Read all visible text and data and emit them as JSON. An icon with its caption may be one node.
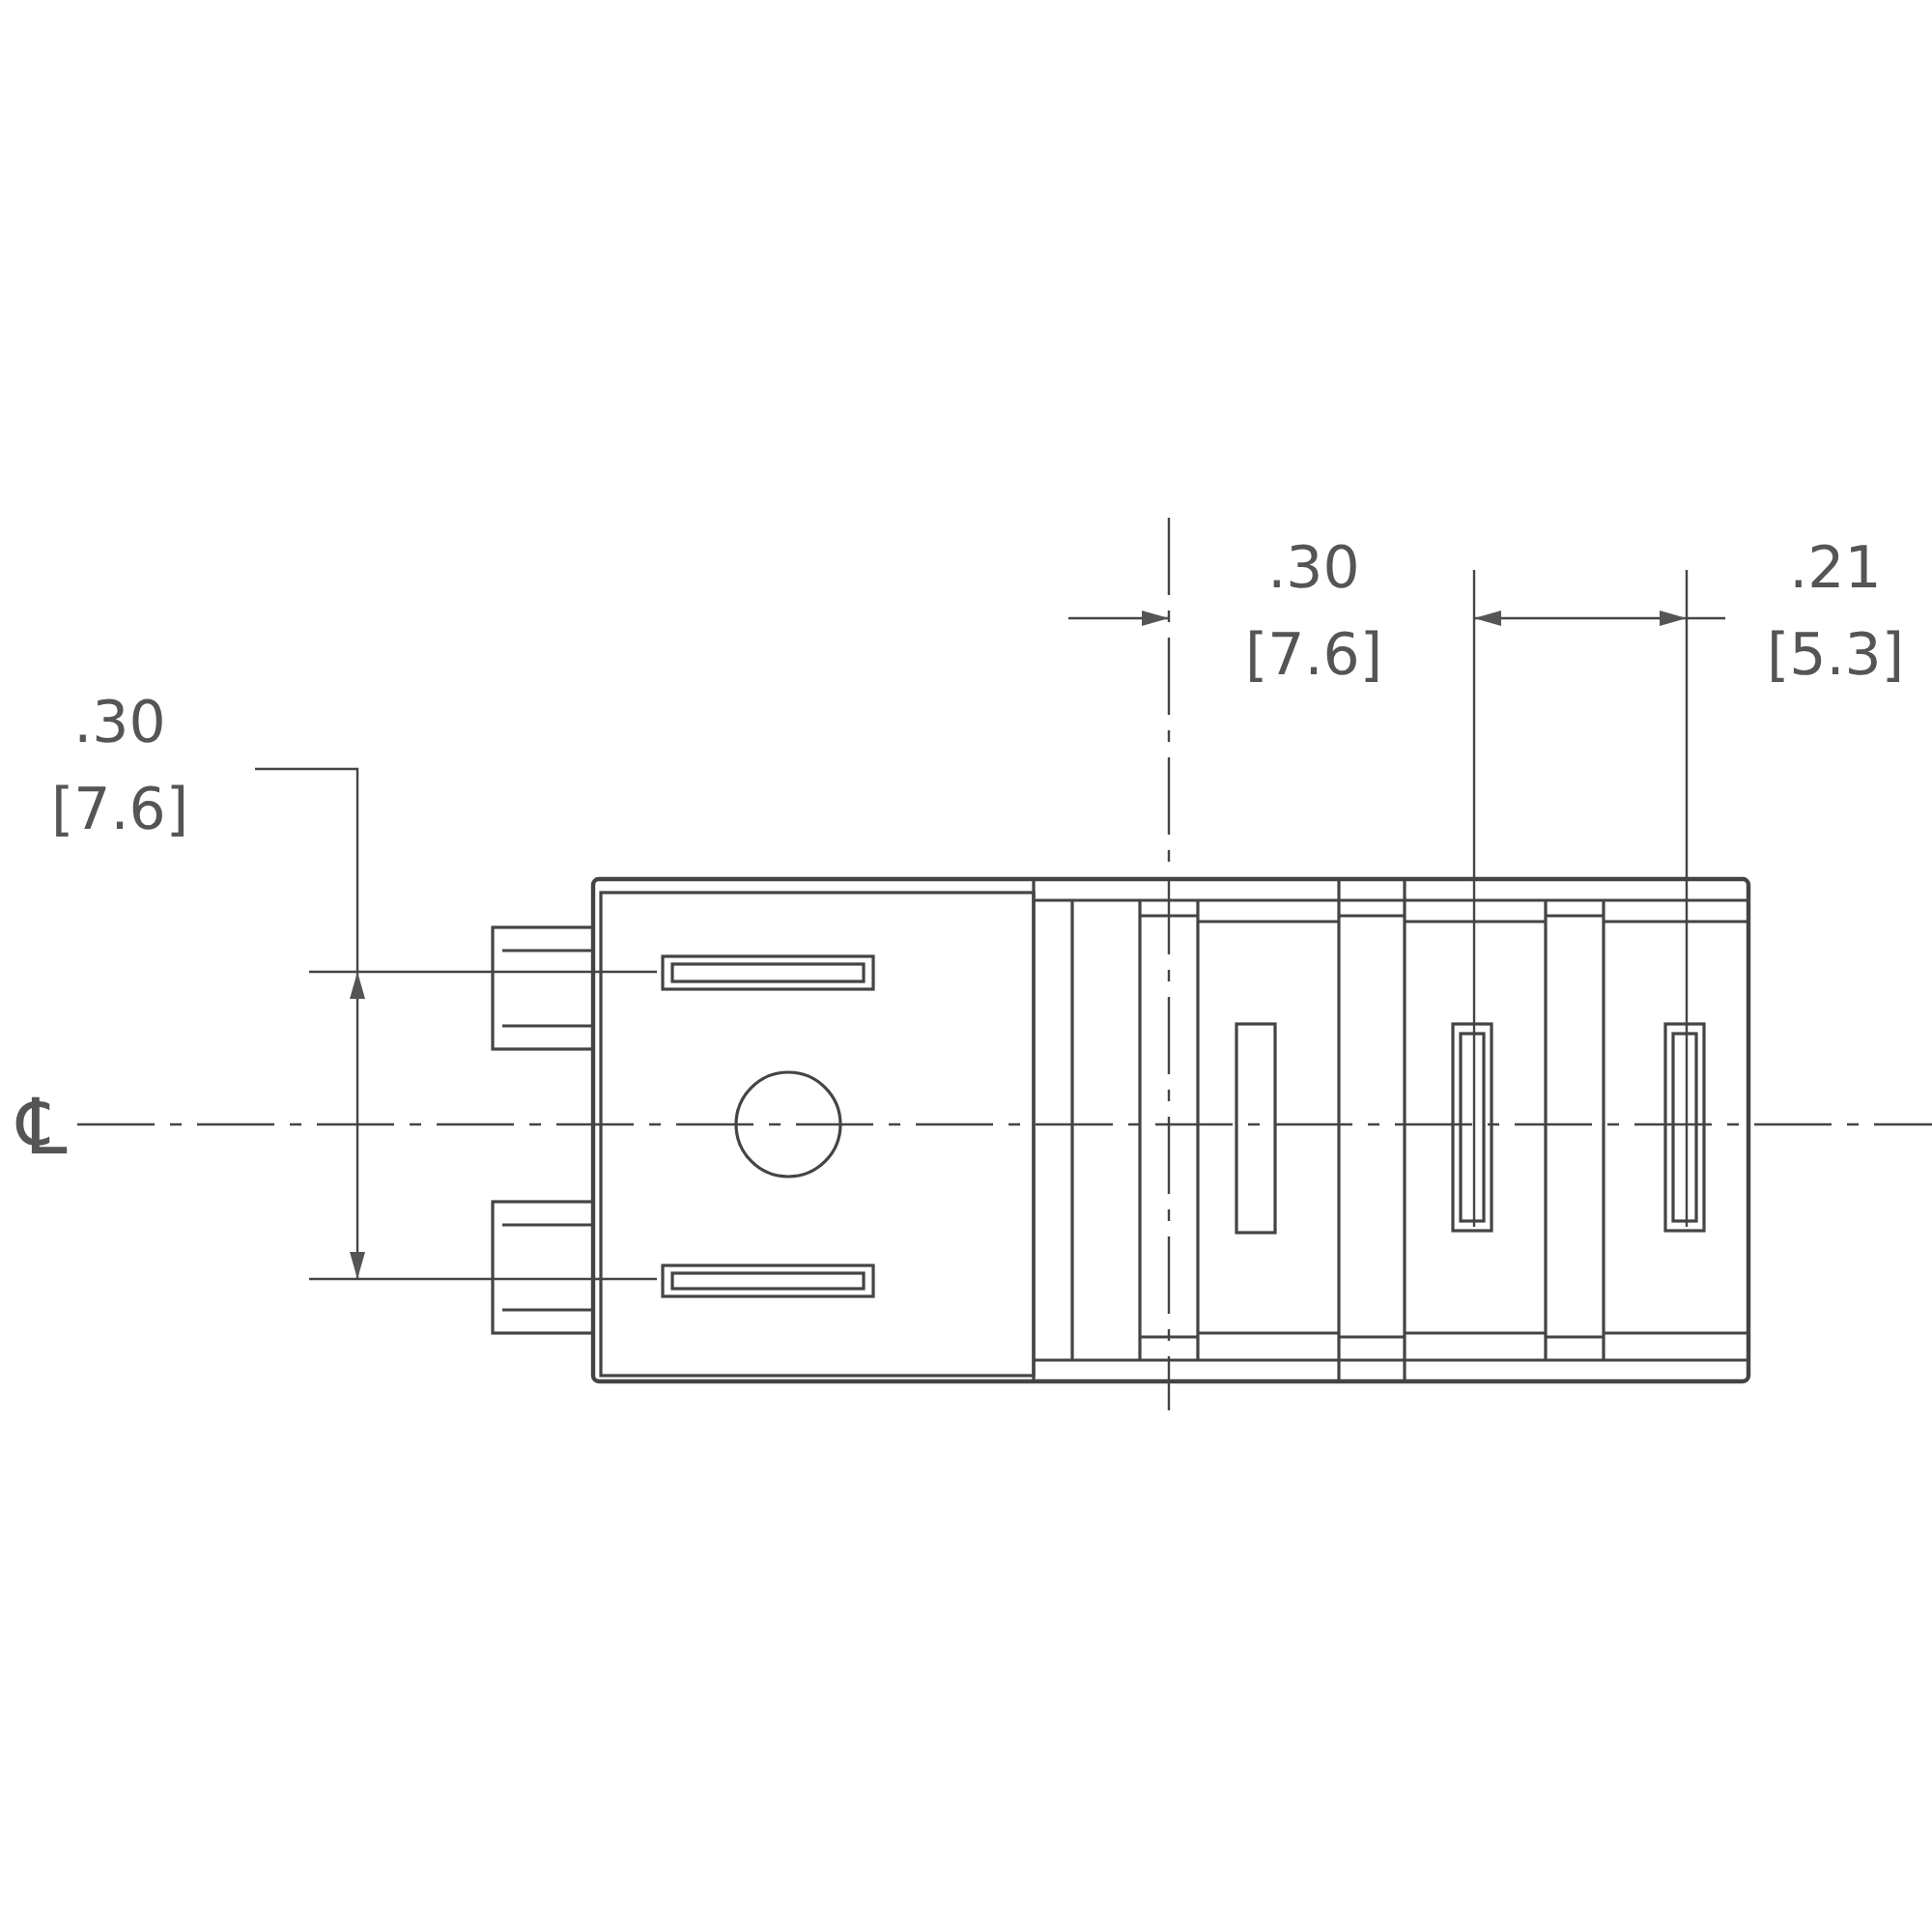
{
  "diagram": {
    "labels": [
      ".30",
      "[7.6]",
      ".21",
      "[5.3]",
      ".30",
      "[7.6]",
      "℄"
    ]
  }
}
